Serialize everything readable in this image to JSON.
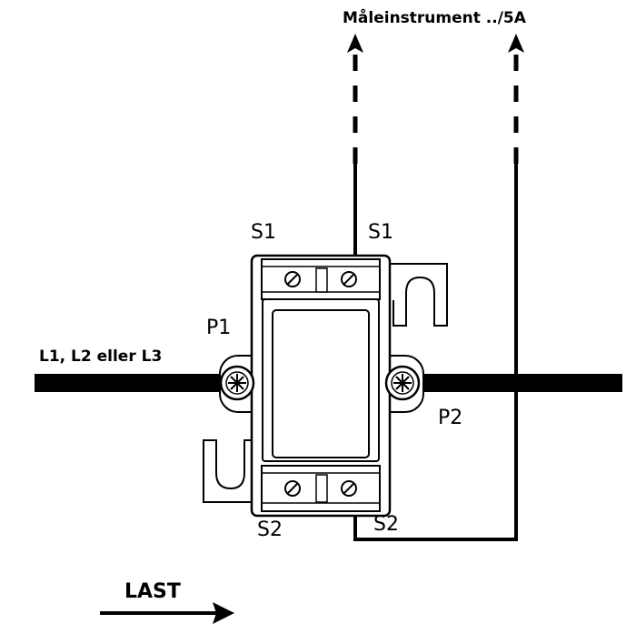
{
  "labels": {
    "meter": "Måleinstrument ../5A",
    "s1_left": "S1",
    "s1_right": "S1",
    "p1": "P1",
    "p2": "P2",
    "line": "L1, L2 eller L3",
    "s2_left": "S2",
    "s2_right": "S2",
    "load": "LAST"
  },
  "colors": {
    "stroke": "#000000",
    "background": "#ffffff",
    "transformer_fill": "#ffffff"
  },
  "icons": {
    "terminal_screw": "screw-icon",
    "conductor_screw": "star-screw-icon",
    "arrow": "arrow-icon"
  }
}
